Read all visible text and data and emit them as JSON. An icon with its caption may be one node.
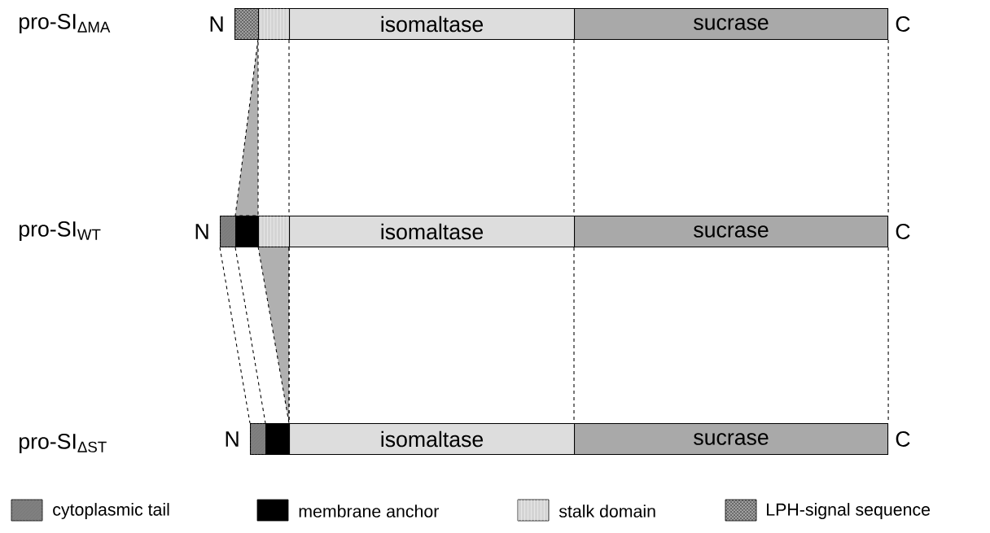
{
  "diagram": {
    "nodes": [
      {
        "text": [],
        "shape": "box",
        "beside": [
          "N"
        ]
      },
      {
        "text": [],
        "shape": "box"
      },
      {
        "text": [
          "isomaltase"
        ]
      },
      {
        "text": [
          "sucrase"
        ],
        "beside": [
          "C"
        ]
      },
      {
        "text": [],
        "shape": "box",
        "beside": [
          "N"
        ]
      },
      {
        "text": [],
        "shape": "box"
      },
      {
        "text": [],
        "shape": "box"
      },
      {
        "text": [
          "isomaltase"
        ]
      },
      {
        "text": [
          "sucrase"
        ],
        "beside": [
          "C"
        ]
      },
      {
        "text": [],
        "shape": "box",
        "beside": [
          "N"
        ]
      },
      {
        "text": [],
        "shape": "box"
      },
      {
        "text": [
          "isomaltase"
        ]
      },
      {
        "text": [
          "sucrase"
        ],
        "beside": [
          "C"
        ]
      },
      {
        "text": [],
        "shape": "triangle"
      },
      {
        "text": [],
        "shape": "triangle"
      }
    ],
    "edges": [
      {
        "from": 2,
        "to": 7,
        "arrow": "none",
        "style": "dashed"
      },
      {
        "from": 3,
        "to": 8,
        "arrow": "none",
        "style": "dashed"
      },
      {
        "from": 3,
        "to": 8,
        "arrow": "none",
        "style": "dashed"
      },
      {
        "from": 4,
        "to": 9,
        "arrow": "none",
        "style": "dashed"
      },
      {
        "from": 5,
        "to": 10,
        "arrow": "none",
        "style": "dashed"
      },
      {
        "from": 7,
        "to": 11,
        "arrow": "none",
        "style": "dashed"
      },
      {
        "from": 8,
        "to": 12,
        "arrow": "none",
        "style": "dashed"
      },
      {
        "from": 8,
        "to": 12,
        "arrow": "none",
        "style": "dashed"
      }
    ],
    "labels": [
      "pro-SI$_{ΔMA}$",
      "pro-SI$_{WT}$",
      "pro-SI$_{ΔST}$"
    ],
    "legend": [
      {
        "text": "cytoplasmic tail",
        "color": "#808080"
      },
      {
        "text": "membrane anchor",
        "color": "#000000"
      },
      {
        "text": "stalk domain",
        "color": "#d4d4d4"
      },
      {
        "text": "LPH-signal sequence",
        "color": "#a0a0a0"
      }
    ]
  }
}
